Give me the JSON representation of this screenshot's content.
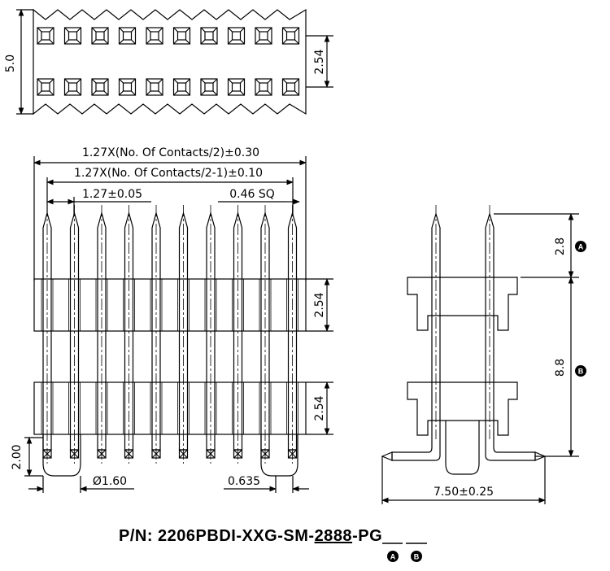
{
  "top_view": {
    "width_label": "5.0",
    "pitch_label": "2.54"
  },
  "front_view": {
    "len1_label": "1.27X(No. Of Contacts/2)±0.30",
    "len2_label": "1.27X(No. Of Contacts/2-1)±0.10",
    "pitch_label": "1.27±0.05",
    "pin_label": "0.46 SQ",
    "body1_label": "2.54",
    "body2_label": "2.54",
    "standoff_label": "2.00",
    "peg_label": "Ø1.60",
    "tail_label": "0.635"
  },
  "side_view": {
    "a_label": "2.8",
    "b_label": "8.8",
    "span_label": "7.50±0.25",
    "marker_a": "A",
    "marker_b": "B"
  },
  "part_number": {
    "prefix": "P/N: 2206PBDI-XXG-SM-",
    "code_a": "28",
    "code_b": "88",
    "suffix": "-PG"
  }
}
